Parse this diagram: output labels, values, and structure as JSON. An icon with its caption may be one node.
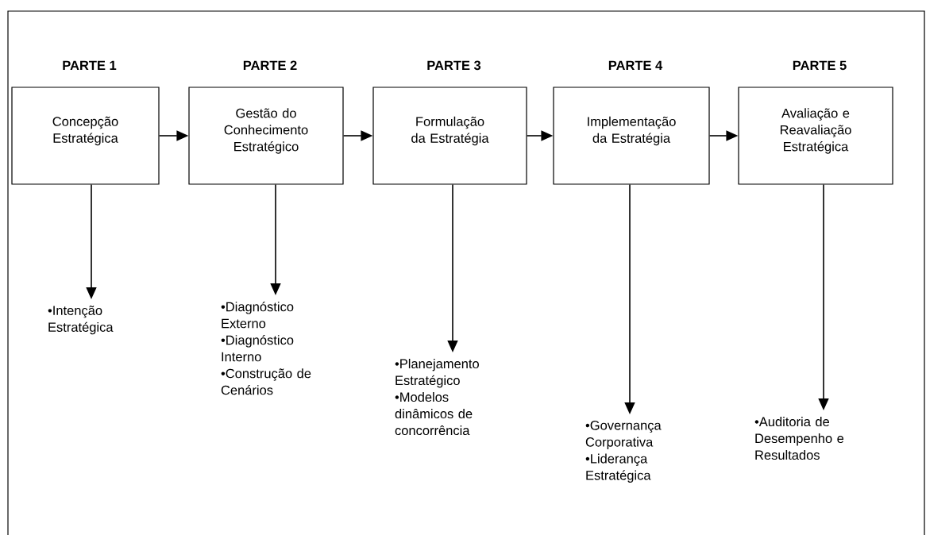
{
  "diagram": {
    "nodes": [
      {
        "text": [
          "PARTE 1",
          "Concepção Estratégica"
        ]
      },
      {
        "text": [
          "PARTE 2",
          "Gestão do Conhecimento Estratégico"
        ]
      },
      {
        "text": [
          "PARTE 3",
          "Formulação da Estratégia"
        ]
      },
      {
        "text": [
          "PARTE 4",
          "Implementação da Estratégia"
        ]
      },
      {
        "text": [
          "PARTE 5",
          "Avaliação e Reavaliação Estratégica"
        ]
      },
      {
        "text": [
          "•Intenção Estratégica"
        ]
      },
      {
        "text": [
          "•Diagnóstico Externo",
          "•Diagnóstico Interno",
          "•Construção de Cenários"
        ]
      },
      {
        "text": [
          "•Planejamento Estratégico",
          "•Modelos dinâmicos de concorrência"
        ]
      },
      {
        "text": [
          "•Governança Corporativa",
          "•Liderança Estratégica"
        ]
      },
      {
        "text": [
          "•Auditoria de Desempenho e Resultados"
        ]
      }
    ],
    "edges": [
      {
        "from": 0,
        "to": 1,
        "arrow": "to"
      },
      {
        "from": 1,
        "to": 2,
        "arrow": "to"
      },
      {
        "from": 2,
        "to": 3,
        "arrow": "to"
      },
      {
        "from": 3,
        "to": 4,
        "arrow": "to"
      },
      {
        "from": 0,
        "to": 5,
        "arrow": "to"
      },
      {
        "from": 1,
        "to": 6,
        "arrow": "to"
      },
      {
        "from": 2,
        "to": 7,
        "arrow": "to"
      },
      {
        "from": 3,
        "to": 8,
        "arrow": "to"
      },
      {
        "from": 4,
        "to": 9,
        "arrow": "to"
      }
    ]
  }
}
